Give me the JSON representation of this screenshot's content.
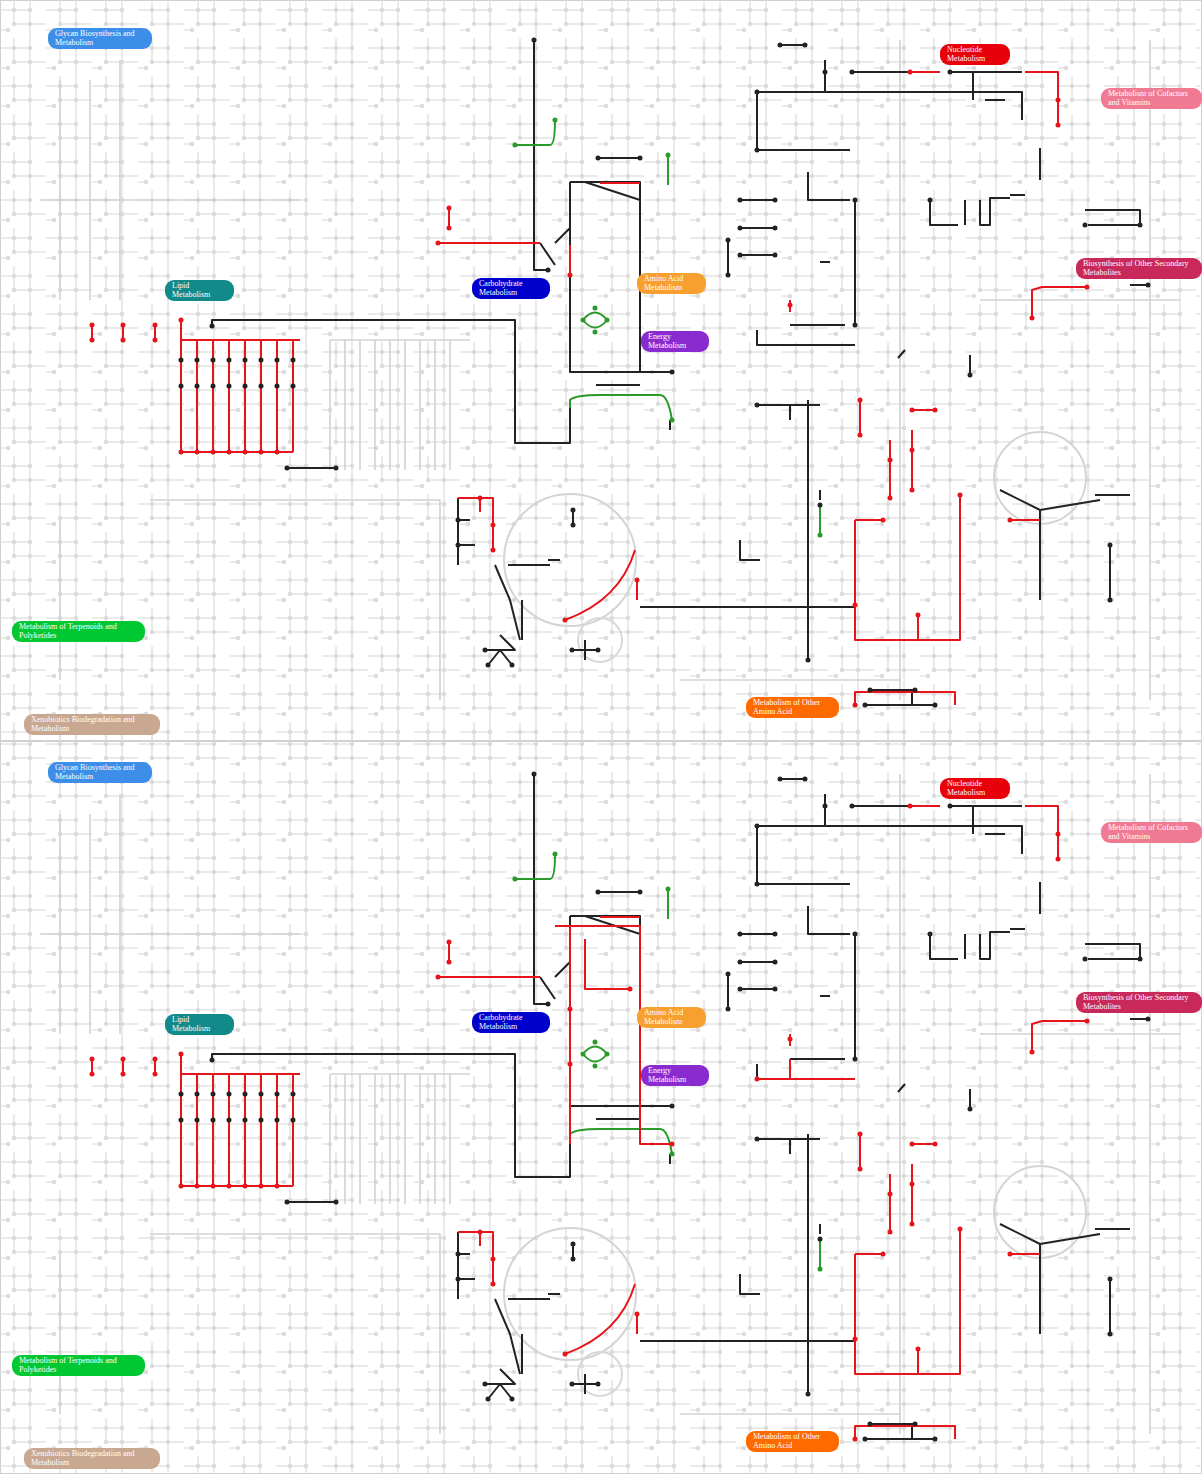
{
  "diagram": {
    "nodes": [
      {
        "text": [
          "Glycan Biosynthesis and Metabolism"
        ]
      },
      {
        "text": [
          "Nucleotide Metabolism"
        ]
      },
      {
        "text": [
          "Metabolism of Cofactors and Vitamins"
        ]
      },
      {
        "text": [
          "Biosynthesis of Other Secondary Metabolites"
        ]
      },
      {
        "text": [
          "Amino Acid Metabolism"
        ]
      },
      {
        "text": [
          "Carbohydrate Metabolism"
        ]
      },
      {
        "text": [
          "Lipid Metabolism"
        ]
      },
      {
        "text": [
          "Energy Metabolism"
        ]
      },
      {
        "text": [
          "Metabolism of Terpenoids and Polyketides"
        ]
      },
      {
        "text": [
          "Metabolism of Other Amino Acid"
        ]
      },
      {
        "text": [
          "Xenobiotics Biodegradation and Metabolism"
        ]
      },
      {
        "text": [
          "Glycan Biosynthesis and Metabolism"
        ]
      },
      {
        "text": [
          "Nucleotide Metabolism"
        ]
      },
      {
        "text": [
          "Metabolism of Cofactors and Vitamins"
        ]
      },
      {
        "text": [
          "Biosynthesis of Other Secondary Metabolites"
        ]
      },
      {
        "text": [
          "Amino Acid Metabolism"
        ]
      },
      {
        "text": [
          "Carbohydrate Metabolism"
        ]
      },
      {
        "text": [
          "Lipid Metabolism"
        ]
      },
      {
        "text": [
          "Energy Metabolism"
        ]
      },
      {
        "text": [
          "Metabolism of Terpenoids and Polyketides"
        ]
      },
      {
        "text": [
          "Metabolism of Other Amino Acid"
        ]
      },
      {
        "text": [
          "Xenobiotics Biodegradation and Metabolism"
        ]
      }
    ]
  }
}
